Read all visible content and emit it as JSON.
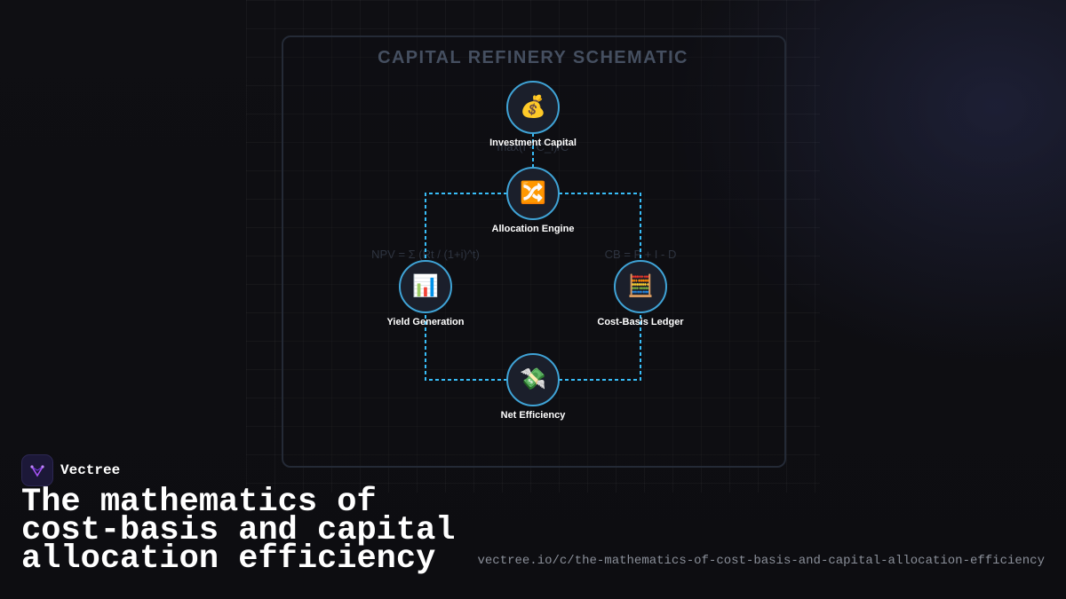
{
  "schematic": {
    "title": "CAPITAL REFINERY SCHEMATIC",
    "nodes": [
      {
        "id": "investment",
        "label": "Investment Capital",
        "icon": "💰",
        "icon_name": "money-bag-icon"
      },
      {
        "id": "allocation",
        "label": "Allocation Engine",
        "icon": "🔀",
        "icon_name": "shuffle-icon"
      },
      {
        "id": "yield",
        "label": "Yield Generation",
        "icon": "📊",
        "icon_name": "bar-chart-icon"
      },
      {
        "id": "ledger",
        "label": "Cost-Basis Ledger",
        "icon": "🧮",
        "icon_name": "abacus-icon"
      },
      {
        "id": "efficiency",
        "label": "Net Efficiency",
        "icon": "💸",
        "icon_name": "money-wings-icon"
      }
    ],
    "formulas": {
      "top": "max(I - C_i)/C",
      "left": "NPV = Σ (Rt / (1+i)^t)",
      "right": "CB = P + I - D"
    },
    "colors": {
      "connector": "#38bdf8",
      "node_border": "#3fa3d6",
      "node_fill": "#1b1f2b"
    }
  },
  "brand": {
    "name": "Vectree",
    "logo_icon": "vectree-logo-icon",
    "logo_color": "#a855f7"
  },
  "headline": {
    "lines": [
      "The mathematics of",
      "cost-basis and capital",
      "allocation efficiency"
    ]
  },
  "url": "vectree.io/c/the-mathematics-of-cost-basis-and-capital-allocation-efficiency"
}
